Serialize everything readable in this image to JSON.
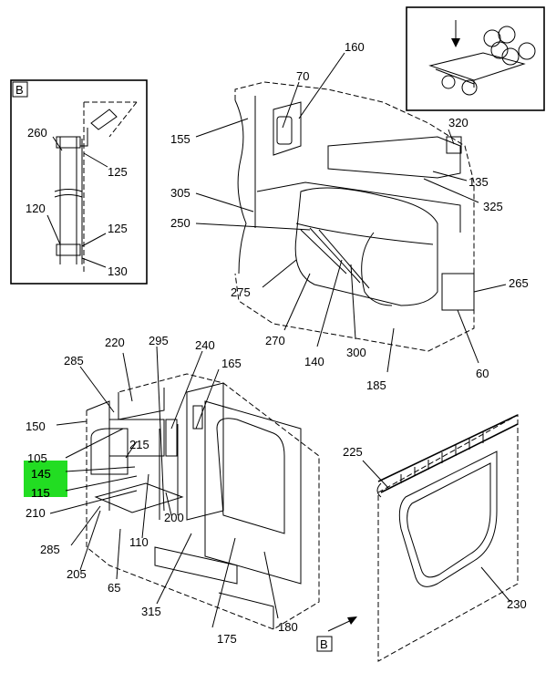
{
  "detail_label": "B",
  "view_marker": "B",
  "highlight_color": "#22dd22",
  "callouts": {
    "c260": "260",
    "c125a": "125",
    "c120": "120",
    "c125b": "125",
    "c130": "130",
    "c70": "70",
    "c160": "160",
    "c155": "155",
    "c320": "320",
    "c135": "135",
    "c305": "305",
    "c325": "325",
    "c250": "250",
    "c265": "265",
    "c275": "275",
    "c270": "270",
    "c140": "140",
    "c300": "300",
    "c185": "185",
    "c60": "60",
    "c220": "220",
    "c295": "295",
    "c240": "240",
    "c285a": "285",
    "c165": "165",
    "c150": "150",
    "c215": "215",
    "c105": "105",
    "c145": "145",
    "c115": "115",
    "c210": "210",
    "c200": "200",
    "c110": "110",
    "c285b": "285",
    "c205": "205",
    "c65": "65",
    "c315": "315",
    "c175": "175",
    "c180": "180",
    "c225": "225",
    "c230": "230"
  }
}
